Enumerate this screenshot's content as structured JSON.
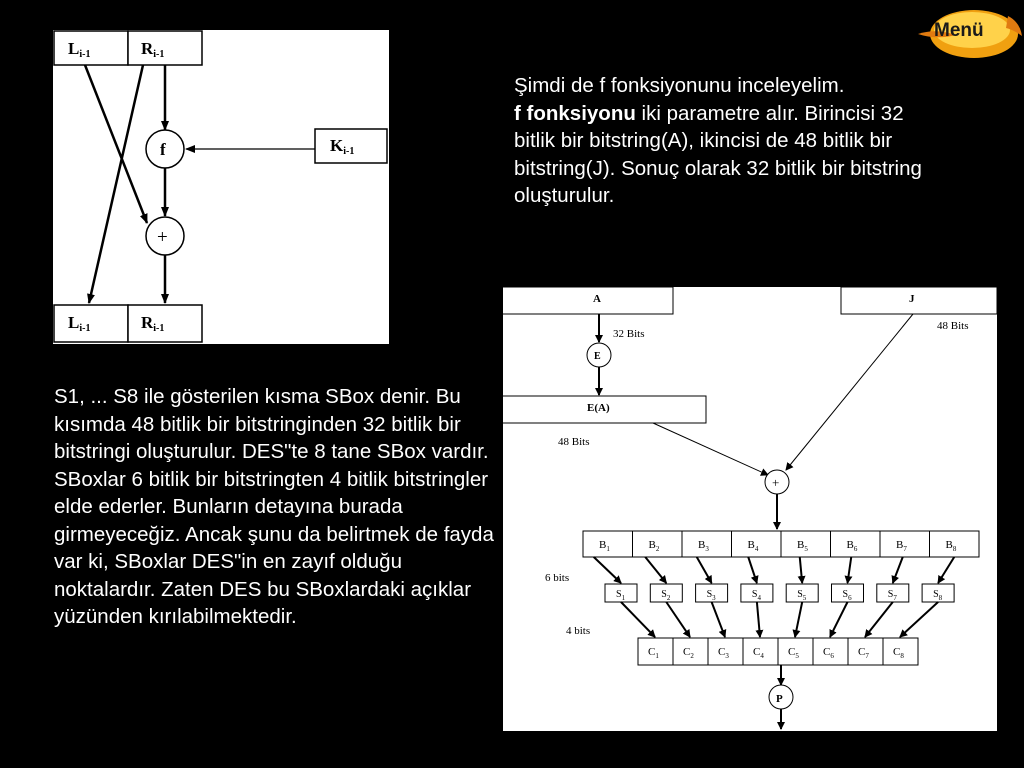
{
  "menu": {
    "label": "Menü"
  },
  "intro": {
    "line1": "Şimdi de f fonksiyonunu inceleyelim.",
    "bold": "f fonksiyonu",
    "rest": " iki parametre alır. Birincisi 32 bitlik bir bitstring(A), ikincisi de 48 bitlik bir bitstring(J). Sonuç olarak 32 bitlik bir bitstring oluşturulur."
  },
  "sbox_text": " S1, ... S8 ile gösterilen kısma SBox denir. Bu kısımda 48 bitlik bir bitstringinden 32 bitlik bir bitstringi oluşturulur. DES\"te 8 tane SBox vardır. SBoxlar 6 bitlik bir bitstringten 4 bitlik bitstringler elde ederler. Bunların detayına burada girmeyeceğiz. Ancak şunu da belirtmek de fayda var ki, SBoxlar DES\"in en zayıf olduğu noktalardır. Zaten DES bu SBoxlardaki açıklar yüzünden kırılabilmektedir.",
  "feistel": {
    "l_top": "L",
    "l_top_sub": "i-1",
    "r_top": "R",
    "r_top_sub": "i-1",
    "f": "f",
    "k": "K",
    "k_sub": "i-1",
    "plus": "+",
    "l_bot": "L",
    "l_bot_sub": "i-1",
    "r_bot": "R",
    "r_bot_sub": "i-1"
  },
  "fdiagram": {
    "a": "A",
    "j": "J",
    "bits32_top": "32 Bits",
    "bits48_j": "48 Bits",
    "e": "E",
    "ea": "E(A)",
    "bits48": "48 Bits",
    "plus": "+",
    "b_labels": [
      "B",
      "B",
      "B",
      "B",
      "B",
      "B",
      "B",
      "B"
    ],
    "b_subs": [
      "1",
      "2",
      "3",
      "4",
      "5",
      "6",
      "7",
      "8"
    ],
    "bits6": "6 bits",
    "s_labels": [
      "S",
      "S",
      "S",
      "S",
      "S",
      "S",
      "S",
      "S"
    ],
    "s_subs": [
      "1",
      "2",
      "3",
      "4",
      "5",
      "6",
      "7",
      "8"
    ],
    "bits4": "4 bits",
    "c_labels": [
      "C",
      "C",
      "C",
      "C",
      "C",
      "C",
      "C",
      "C"
    ],
    "c_subs": [
      "1",
      "2",
      "3",
      "4",
      "5",
      "6",
      "7",
      "8"
    ],
    "p": "P"
  }
}
